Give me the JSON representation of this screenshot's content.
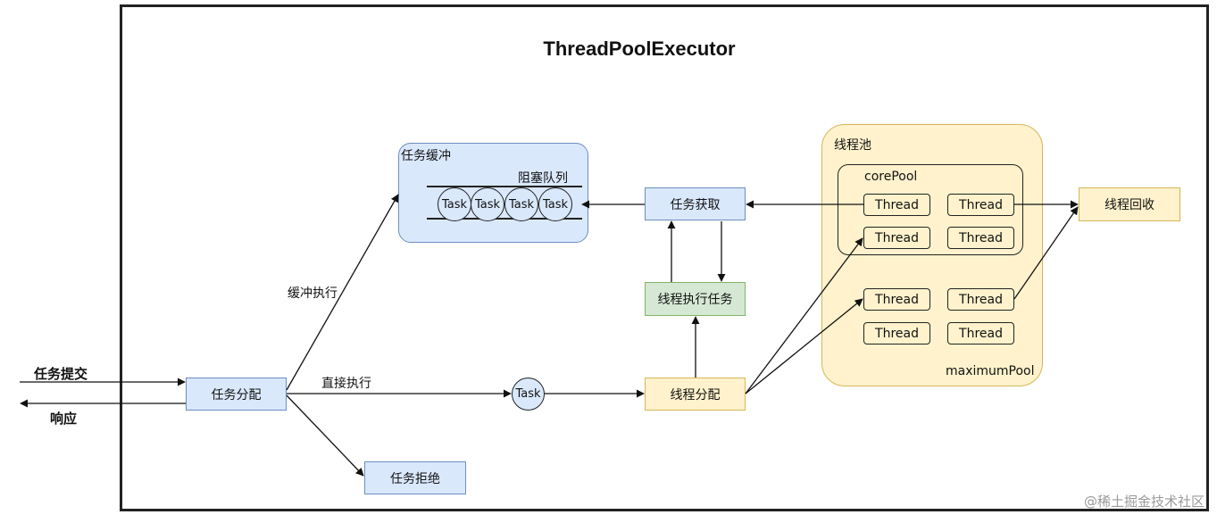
{
  "title": "ThreadPoolExecutor",
  "outside": {
    "submit": "任务提交",
    "response": "响应"
  },
  "nodes": {
    "dispatch": "任务分配",
    "reject": "任务拒绝",
    "thread_assign": "线程分配",
    "task_fetch": "任务获取",
    "thread_exec": "线程执行任务",
    "thread_recycle": "线程回收",
    "task_single": "Task"
  },
  "edge_labels": {
    "buffer_exec": "缓冲执行",
    "direct_exec": "直接执行"
  },
  "buffer": {
    "title": "任务缓冲",
    "queue_label": "阻塞队列",
    "tasks": [
      "Task",
      "Task",
      "Task",
      "Task"
    ]
  },
  "pool": {
    "title": "线程池",
    "core_label": "corePool",
    "max_label": "maximumPool",
    "core_threads": [
      "Thread",
      "Thread",
      "Thread",
      "Thread"
    ],
    "extra_threads": [
      "Thread",
      "Thread",
      "Thread",
      "Thread"
    ]
  },
  "watermark": "@稀土掘金技术社区"
}
